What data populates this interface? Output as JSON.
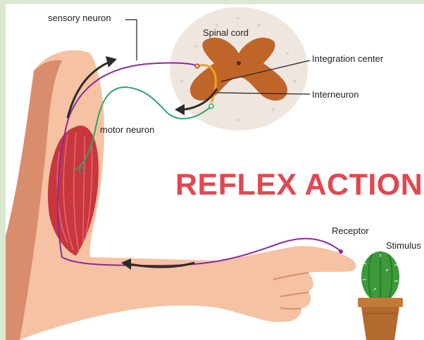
{
  "title": "REFLEX ACTION",
  "labels": {
    "sensory_neuron": "sensory neuron",
    "spinal_cord": "Spinal cord",
    "integration_center": "Integration center",
    "interneuron": "Interneuron",
    "motor_neuron": "motor neuron",
    "receptor": "Receptor",
    "stimulus": "Stimulus"
  },
  "colors": {
    "title": "#e2474f",
    "skin": "#f5c2a3",
    "skin_shadow": "#d98d6d",
    "muscle": "#c9363d",
    "sensory_path": "#8b2a9a",
    "motor_path": "#2aa66b",
    "interneuron": "#f2a21c",
    "gray_matter": "#c0652a",
    "white_matter": "#efe7df",
    "cactus": "#3d9a3a",
    "pot": "#b26a2e"
  },
  "icons": [
    "arrow-up-icon",
    "arrow-left-icon",
    "cactus-icon",
    "flower-pot-icon"
  ]
}
